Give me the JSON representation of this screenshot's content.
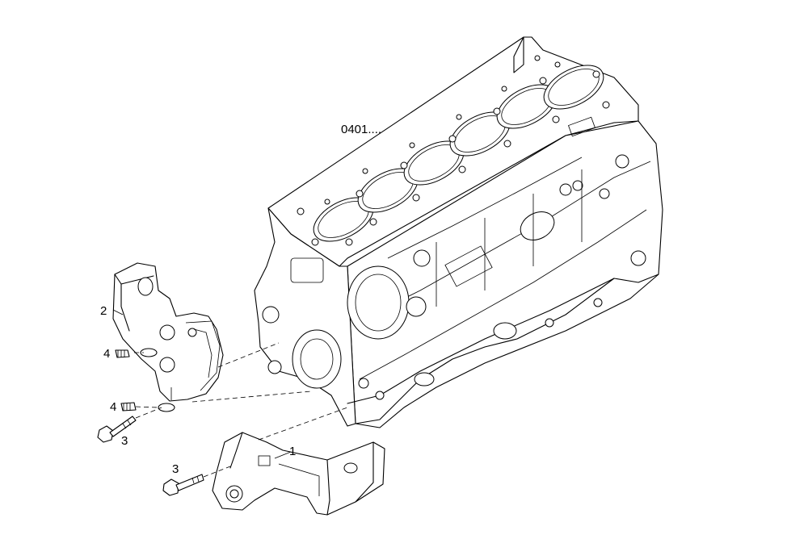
{
  "diagram": {
    "group_ref": "0401....",
    "callouts": [
      {
        "id": "callout-1",
        "text": "1"
      },
      {
        "id": "callout-2",
        "text": "2"
      },
      {
        "id": "callout-3a",
        "text": "3"
      },
      {
        "id": "callout-3b",
        "text": "3"
      },
      {
        "id": "callout-4a",
        "text": "4"
      },
      {
        "id": "callout-4b",
        "text": "4"
      }
    ]
  }
}
